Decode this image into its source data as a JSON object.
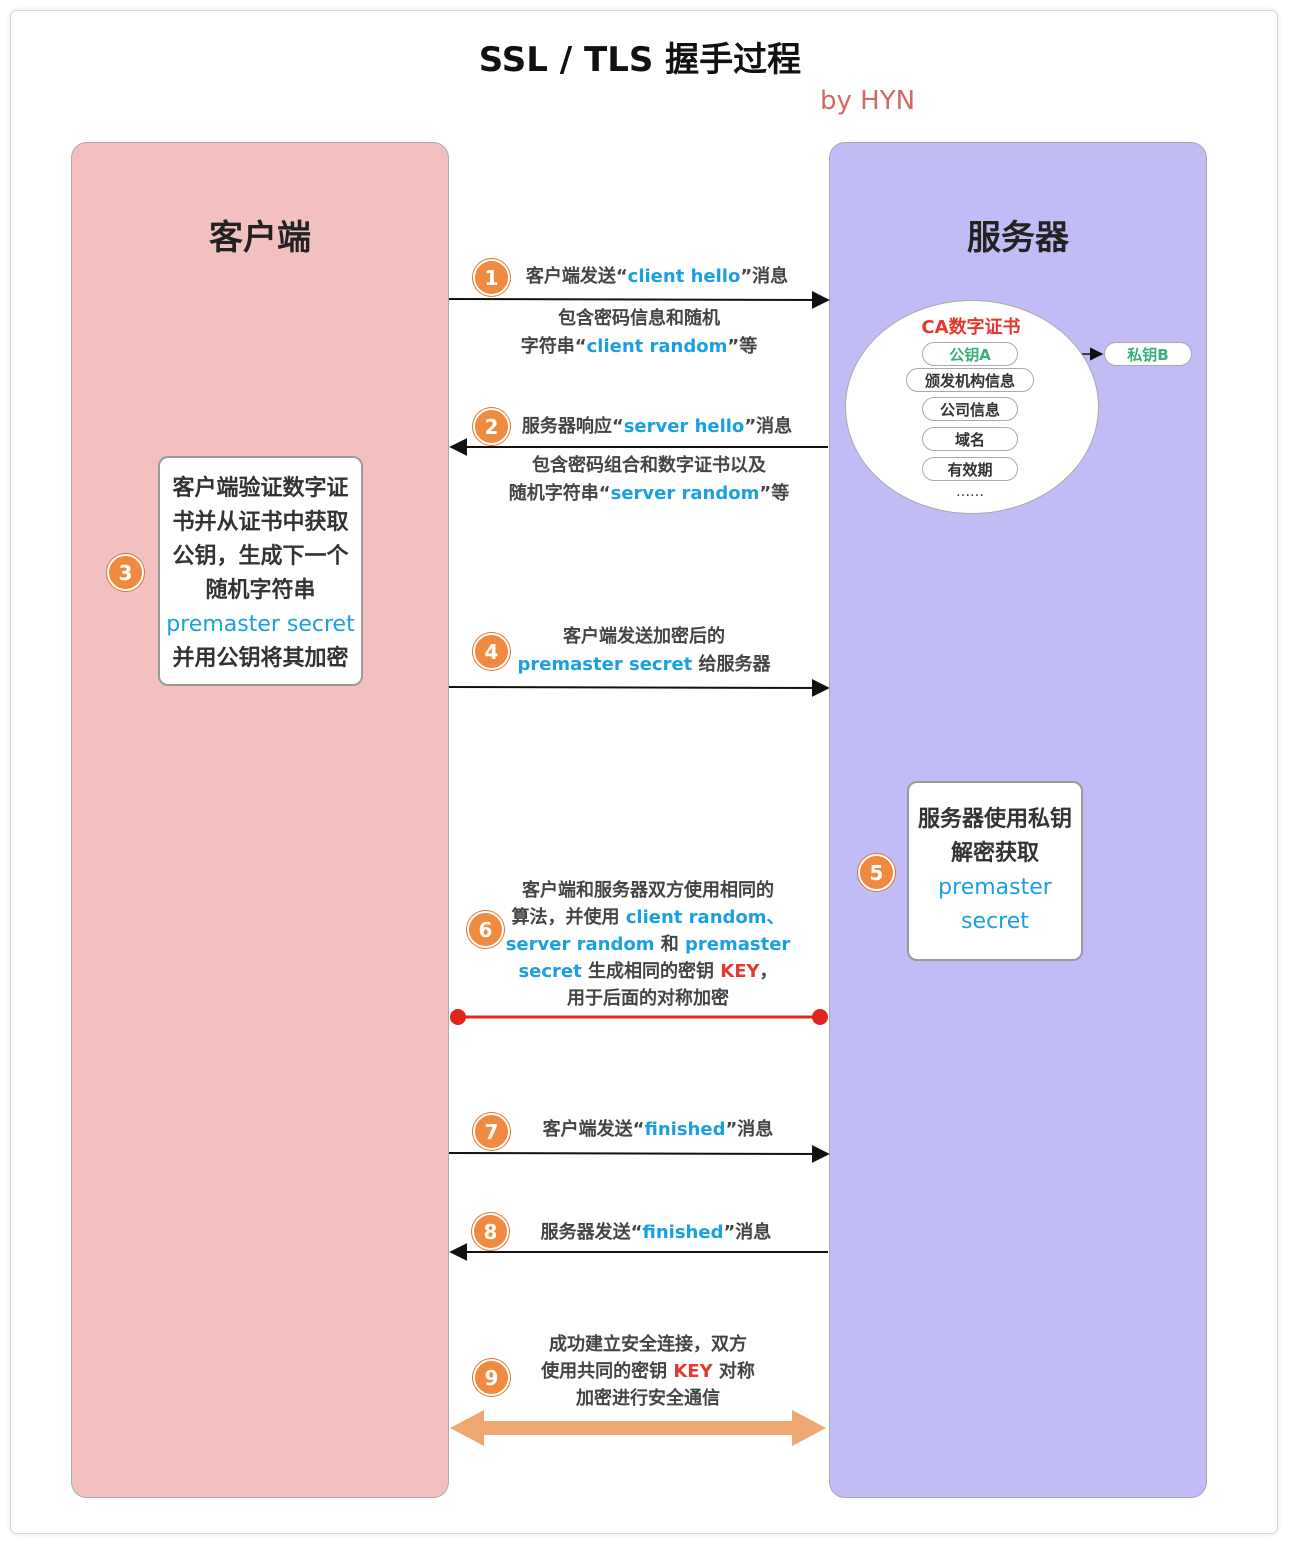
{
  "title": "SSL / TLS 握手过程",
  "author": "by HYN",
  "colors": {
    "client_lane": "#f3c0c0",
    "server_lane": "#c1bcf5",
    "badge": "#ef8a3e",
    "highlight": "#1aa0e0",
    "key": "#e23a2e",
    "final_arrow": "#f0a873"
  },
  "client": {
    "title": "客户端"
  },
  "server": {
    "title": "服务器"
  },
  "steps": {
    "s1": {
      "num": "1",
      "line1_a": "客户端发送“",
      "line1_hl": "client hello",
      "line1_b": "”消息",
      "line2": "包含密码信息和随机",
      "line3_a": "字符串“",
      "line3_hl": "client random",
      "line3_b": "”等"
    },
    "s2": {
      "num": "2",
      "line1_a": "服务器响应“",
      "line1_hl": "server hello",
      "line1_b": "”消息",
      "line2": "包含密码组合和数字证书以及",
      "line3_a": "随机字符串“",
      "line3_hl": "server random",
      "line3_b": "”等"
    },
    "s3": {
      "num": "3",
      "box_line1": "客户端验证数字证",
      "box_line2": "书并从证书中获取",
      "box_line3": "公钥，生成下一个",
      "box_line4": "随机字符串",
      "box_hl": "premaster secret",
      "box_line5": "并用公钥将其加密"
    },
    "s4": {
      "num": "4",
      "line1": "客户端发送加密后的",
      "line2_hl": "premaster secret",
      "line2_b": " 给服务器"
    },
    "s5": {
      "num": "5",
      "box_line1": "服务器使用私钥",
      "box_line2": "解密获取",
      "box_hl1": "premaster",
      "box_hl2": "secret"
    },
    "s6": {
      "num": "6",
      "line1": "客户端和服务器双方使用相同的",
      "line2_a": "算法，并使用 ",
      "line2_hl": "client random、",
      "line3_hl1": "server random",
      "line3_b": " 和 ",
      "line3_hl2": "premaster",
      "line4_hl": "secret",
      "line4_b": " 生成相同的密钥 ",
      "line4_key": "KEY",
      "line4_c": "，",
      "line5": "用于后面的对称加密"
    },
    "s7": {
      "num": "7",
      "line_a": "客户端发送“",
      "line_hl": "finished",
      "line_b": "”消息"
    },
    "s8": {
      "num": "8",
      "line_a": "服务器发送“",
      "line_hl": "finished",
      "line_b": "”消息"
    },
    "s9": {
      "num": "9",
      "line1": "成功建立安全连接，双方",
      "line2_a": "使用共同的密钥 ",
      "line2_key": "KEY",
      "line2_b": " 对称",
      "line3": "加密进行安全通信"
    }
  },
  "certificate": {
    "title": "CA数字证书",
    "public_key": "公钥A",
    "private_key": "私钥B",
    "fields": [
      "颁发机构信息",
      "公司信息",
      "域名",
      "有效期"
    ],
    "ellipsis": "……"
  }
}
